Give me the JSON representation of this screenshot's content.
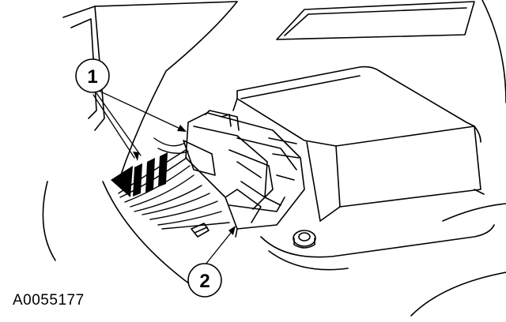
{
  "figure": {
    "id": "A0055177"
  },
  "callouts": [
    {
      "number": "1"
    },
    {
      "number": "2"
    }
  ],
  "colors": {
    "ink": "#000000",
    "paper": "#ffffff"
  },
  "icons": [
    "removal-direction-arrow-icon",
    "bolt-icon",
    "nut-icon"
  ]
}
